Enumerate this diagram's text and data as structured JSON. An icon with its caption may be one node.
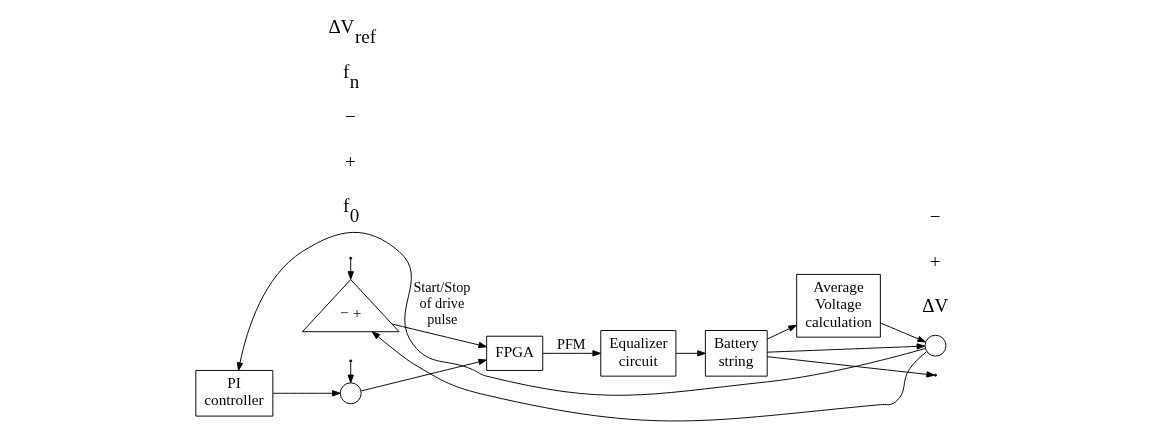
{
  "diagram": {
    "nodes": [
      {
        "text": [
          "PI controller"
        ]
      },
      {
        "text": [],
        "shape": "circle"
      },
      {
        "text": [
          "FPGA"
        ]
      },
      {
        "text": [
          "Equalizer circuit"
        ]
      },
      {
        "text": [
          "Battery string"
        ]
      },
      {
        "text": [
          "− +"
        ]
      },
      {
        "text": [
          "Average Voltage calculation"
        ]
      },
      {
        "text": [],
        "shape": "circle"
      }
    ],
    "edges": [
      {
        "from": 7,
        "to": 0,
        "arrow": "to"
      },
      {
        "from": 0,
        "to": 1,
        "arrow": "to"
      },
      {
        "from": null,
        "to": 1,
        "arrow": "to"
      },
      {
        "from": 1,
        "to": 2,
        "arrow": "to"
      },
      {
        "from": 2,
        "to": 3,
        "label": "PFM",
        "arrow": "to"
      },
      {
        "from": 3,
        "to": 4,
        "arrow": "to"
      },
      {
        "from": 4,
        "to": null,
        "arrow": "to"
      },
      {
        "from": 5,
        "to": 2,
        "label": "Start/Stop of drive pulse",
        "arrow": "to"
      },
      {
        "from": null,
        "to": 5,
        "arrow": "to"
      },
      {
        "from": 7,
        "to": 5,
        "arrow": "to"
      },
      {
        "from": 4,
        "to": 7,
        "arrow": "to"
      },
      {
        "from": 4,
        "to": 6,
        "arrow": "to"
      },
      {
        "from": 6,
        "to": 7,
        "arrow": "to"
      }
    ],
    "labels": [
      "f$_{0}$",
      "+",
      "−",
      "f$_{n}$",
      "ΔV$_{ref}$",
      "ΔV",
      "+",
      "−"
    ]
  }
}
